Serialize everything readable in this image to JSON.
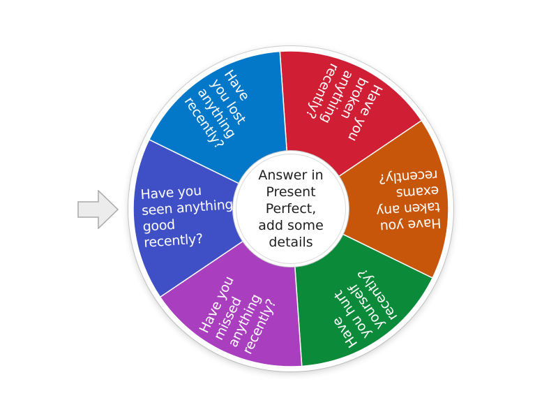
{
  "pointer": {
    "icon": "arrow-right-icon",
    "fill": "#ececec",
    "stroke": "#a8a8a8"
  },
  "wheel": {
    "center_text": "Answer in\nPresent\nPerfect,\nadd some\ndetails",
    "rotation_deg": -4,
    "segments": [
      {
        "id": "red",
        "color": "#d01f34",
        "label": "Have you\nbroken\nanything\nrecently?"
      },
      {
        "id": "orange",
        "color": "#c8560a",
        "label": "Have you\ntaken any\nexams\nrecently?"
      },
      {
        "id": "green",
        "color": "#0b8a3a",
        "label": "Have\nyou hurt\nyourself\nrecently?"
      },
      {
        "id": "purple",
        "color": "#a93fbf",
        "label": "Have you\nmissed\nanything\nrecently?"
      },
      {
        "id": "indigo",
        "color": "#3f4fc6",
        "label": "Have you\nseen anything\ngood\nrecently?"
      },
      {
        "id": "blue",
        "color": "#0378c9",
        "label": "Have\nyou lost\nanything\nrecently?"
      }
    ]
  }
}
